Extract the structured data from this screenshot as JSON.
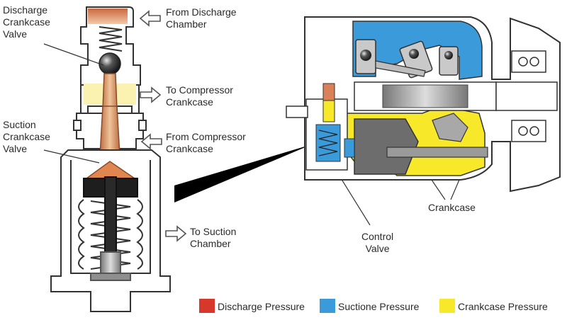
{
  "labels": {
    "discharge_crankcase_valve": [
      "Discharge",
      "Crankcase",
      "Valve"
    ],
    "from_discharge_chamber": [
      "From Discharge",
      "Chamber"
    ],
    "to_compressor_crankcase": [
      "To Compressor",
      "Crankcase"
    ],
    "suction_crankcase_valve": [
      "Suction",
      "Crankcase",
      "Valve"
    ],
    "from_compressor_crankcase": [
      "From Compressor",
      "Crankcase"
    ],
    "to_suction_chamber": [
      "To Suction",
      "Chamber"
    ],
    "crankcase": "Crankcase",
    "control_valve": [
      "Control",
      "Valve"
    ]
  },
  "legend": [
    {
      "label": "Discharge Pressure",
      "color": "#d8382b"
    },
    {
      "label": "Suctione Pressure",
      "color": "#3b9ad9"
    },
    {
      "label": "Crankcase Pressure",
      "color": "#f7e92a"
    }
  ],
  "colors": {
    "discharge": "#d9825a",
    "suction": "#3b9ad9",
    "crankcase": "#f7e92a",
    "dark_part": "#1e1e1e",
    "metal": "#8f8f8f",
    "outline": "#333333"
  }
}
